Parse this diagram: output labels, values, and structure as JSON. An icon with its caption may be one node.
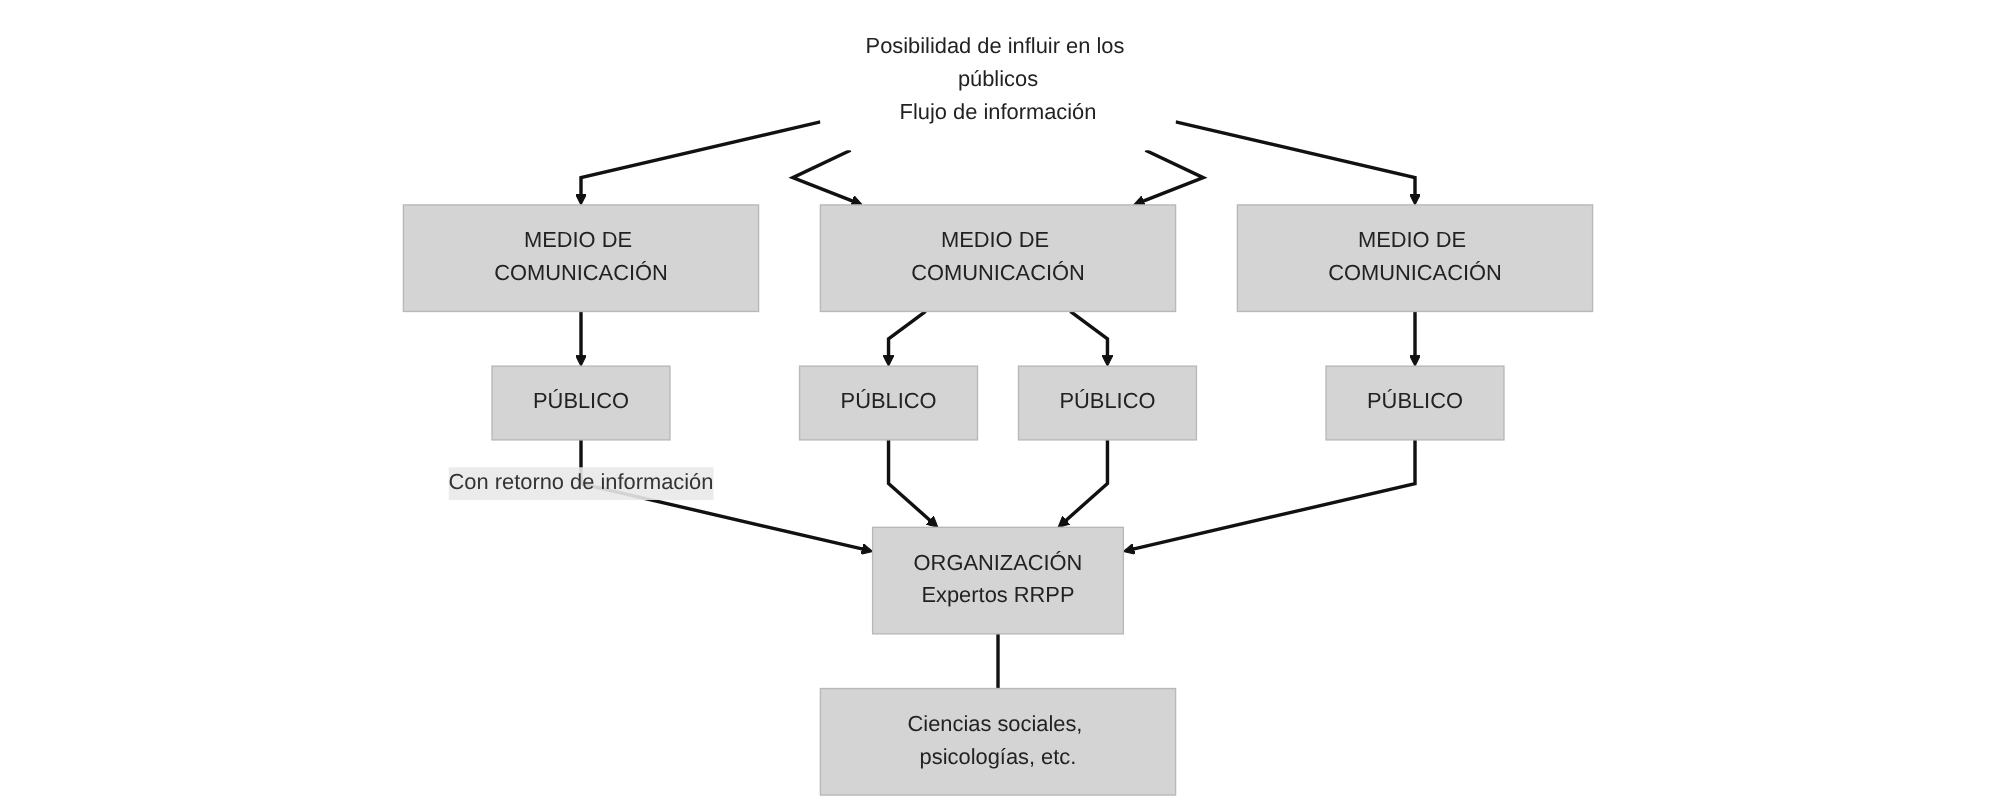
{
  "diagram": {
    "nodes": [
      {
        "text": [
          "ORGANIZACIÓN",
          "Expertos RRPP"
        ]
      },
      {
        "text": [
          "Ciencias sociales, psicologías, etc."
        ]
      },
      {
        "text": [
          "Posibilidad de influir en los públicos",
          "Flujo de información"
        ]
      },
      {
        "text": [
          "MEDIO DE COMUNICACIÓN"
        ]
      },
      {
        "text": [
          "MEDIO DE COMUNICACIÓN"
        ]
      },
      {
        "text": [
          "MEDIO DE COMUNICACIÓN"
        ]
      },
      {
        "text": [
          "PÚBLICO"
        ]
      },
      {
        "text": [
          "PÚBLICO"
        ]
      },
      {
        "text": [
          "PÚBLICO"
        ]
      },
      {
        "text": [
          "PÚBLICO"
        ]
      }
    ],
    "edges": [
      {
        "from": 0,
        "to": 1,
        "arrow": "none"
      },
      {
        "from": 2,
        "to": 3,
        "arrow": "to"
      },
      {
        "from": 2,
        "to": 4,
        "arrow": "to"
      },
      {
        "from": 2,
        "to": 4,
        "arrow": "to"
      },
      {
        "from": 2,
        "to": 5,
        "arrow": "to"
      },
      {
        "from": 3,
        "to": 6,
        "arrow": "to"
      },
      {
        "from": 4,
        "to": 7,
        "arrow": "to"
      },
      {
        "from": 4,
        "to": 8,
        "arrow": "to"
      },
      {
        "from": 5,
        "to": 9,
        "arrow": "to"
      },
      {
        "from": 6,
        "to": 0,
        "arrow": "to",
        "label": "Con retorno de información"
      },
      {
        "from": 7,
        "to": 0,
        "arrow": "to"
      },
      {
        "from": 8,
        "to": 0,
        "arrow": "to"
      },
      {
        "from": 9,
        "to": 0,
        "arrow": "to"
      }
    ]
  }
}
